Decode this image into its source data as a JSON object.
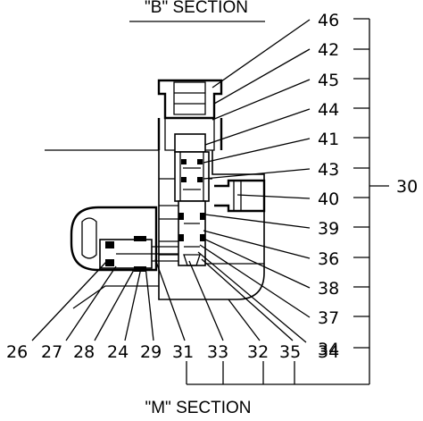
{
  "titles": {
    "top": "\"B\" SECTION",
    "bottom": "\"M\" SECTION"
  },
  "right_labels": [
    "46",
    "42",
    "45",
    "44",
    "41",
    "43",
    "40",
    "39",
    "36",
    "38",
    "37",
    "34"
  ],
  "group_label": "30",
  "bottom_labels": [
    "26",
    "27",
    "28",
    "24",
    "29",
    "31",
    "33",
    "32",
    "35",
    "34"
  ]
}
